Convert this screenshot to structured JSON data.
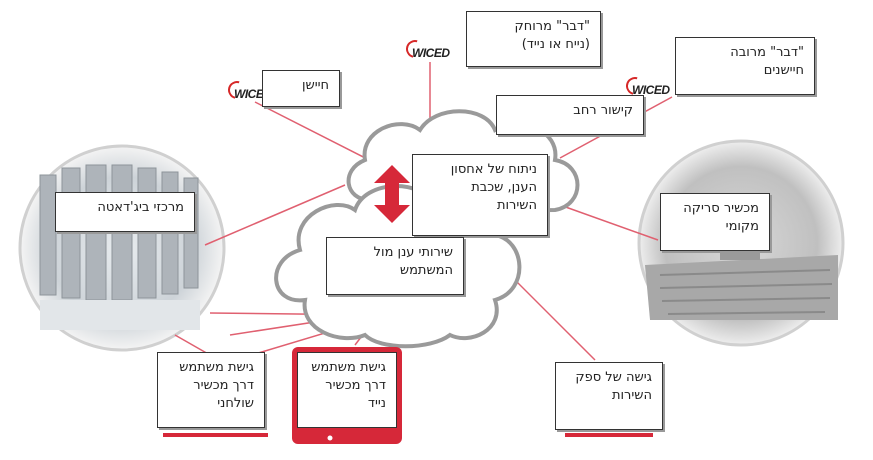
{
  "labels": {
    "sensor": "חיישן",
    "remote_thing": "\"דבר\" מרוחק\n(נייח או נייד)",
    "thing_multi_sensors": "\"דבר\" מרובה\nחיישנים",
    "broadband": "קישור רחב",
    "cloud_storage": "ניתוח של אחסון\nהענן, שכבת\nהשירות",
    "user_cloud_service": "שירותי ענן מול\nהמשתמש",
    "bigdata_center": "מרכזי ביג'דאטה",
    "local_scanner": "מכשיר סריקה\nמקומי",
    "desktop_access": "גישת משתמש\nדרך מכשיר\nשולחני",
    "mobile_access": "גישת משתמש\nדרך מכשיר נייד",
    "provider_access": "גישה של ספק\nהשירות"
  },
  "logos": {
    "wiced_1": "WICED",
    "wiced_2": "WICED",
    "wiced_3": "WICED"
  },
  "colors": {
    "accent_red": "#d62839",
    "line_red": "#e06070",
    "cloud_stroke": "#9a9a9a"
  }
}
